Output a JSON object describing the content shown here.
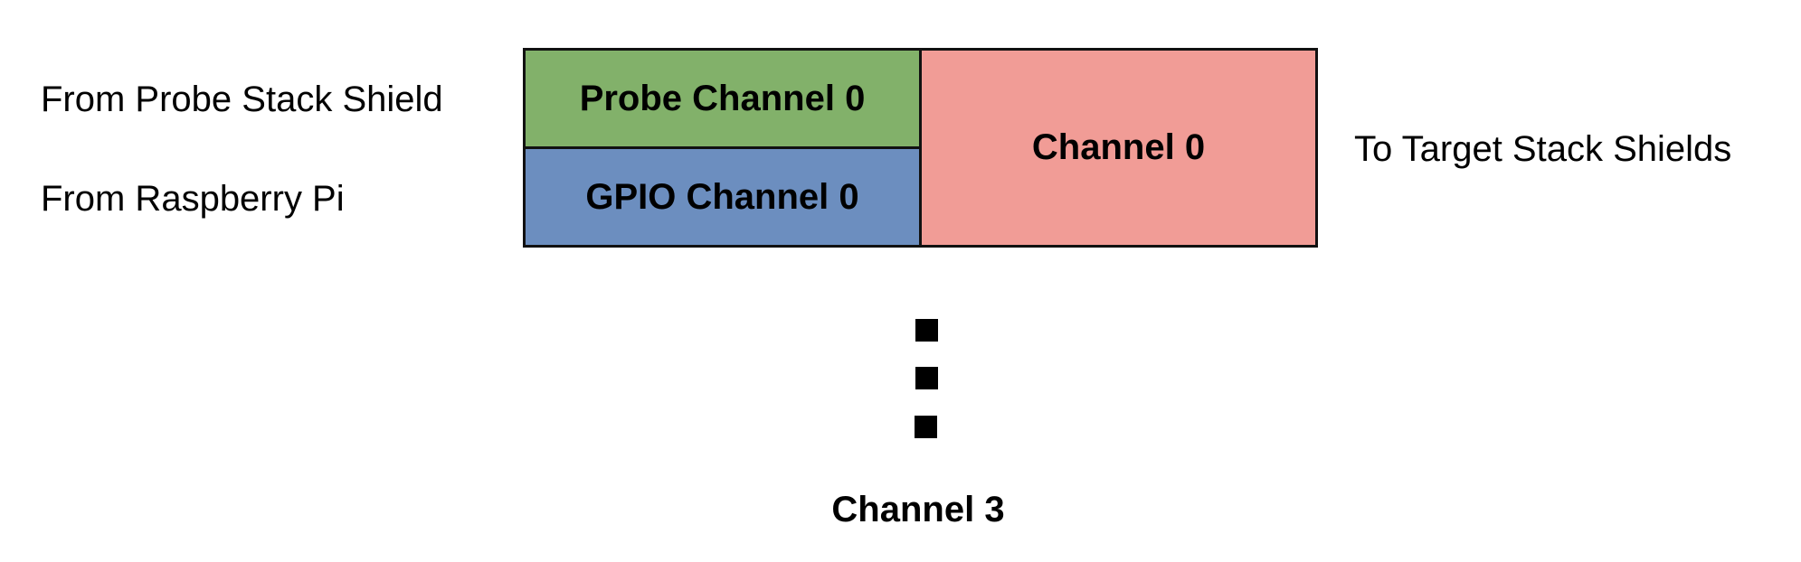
{
  "labels": {
    "probe_stack": "From Probe Stack Shield",
    "raspberry_pi": "From Raspberry Pi",
    "target_stack": "To Target Stack Shields"
  },
  "boxes": {
    "probe_channel": {
      "label": "Probe Channel 0",
      "color": "#82b16a"
    },
    "gpio_channel": {
      "label": "GPIO Channel 0",
      "color": "#6c8ebf"
    },
    "output_channel": {
      "label": "Channel 0",
      "color": "#f19c96"
    }
  },
  "continuation": {
    "icon": "vertical-ellipsis-icon",
    "last_label": "Channel 3"
  }
}
